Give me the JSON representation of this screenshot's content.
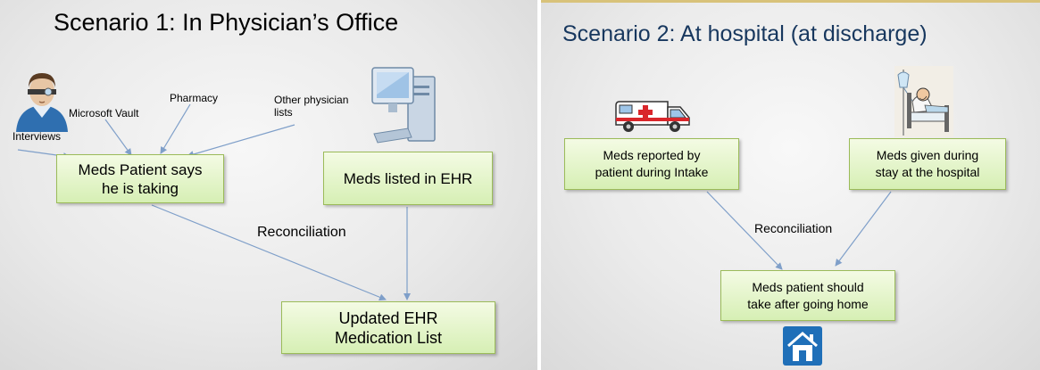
{
  "slide1": {
    "title": "Scenario 1: In Physician’s Office",
    "sources": {
      "interviews": "Interviews",
      "microsoft_vault": "Microsoft Vault",
      "pharmacy": "Pharmacy",
      "other_physician_lists": [
        "Other physician",
        "lists"
      ]
    },
    "box_patient": [
      "Meds Patient says",
      "he is taking"
    ],
    "box_ehr": "Meds listed in EHR",
    "reconciliation": "Reconciliation",
    "box_updated": [
      "Updated EHR",
      "Medication List"
    ]
  },
  "slide2": {
    "title": "Scenario 2: At hospital (at discharge)",
    "box_intake": [
      "Meds reported by",
      "patient during Intake"
    ],
    "box_stay": [
      "Meds given during",
      "stay at the hospital"
    ],
    "reconciliation": "Reconciliation",
    "box_home": [
      "Meds patient should",
      "take after going home"
    ]
  },
  "colors": {
    "box_fill": "#d6efb4",
    "box_border": "#9bbb59",
    "arrow": "#7f9fc9",
    "title2": "#17375e",
    "divider_accent": "#d8c27a"
  },
  "icons": [
    "physician-icon",
    "computer-icon",
    "ambulance-icon",
    "hospital-bed-icon",
    "house-icon"
  ]
}
